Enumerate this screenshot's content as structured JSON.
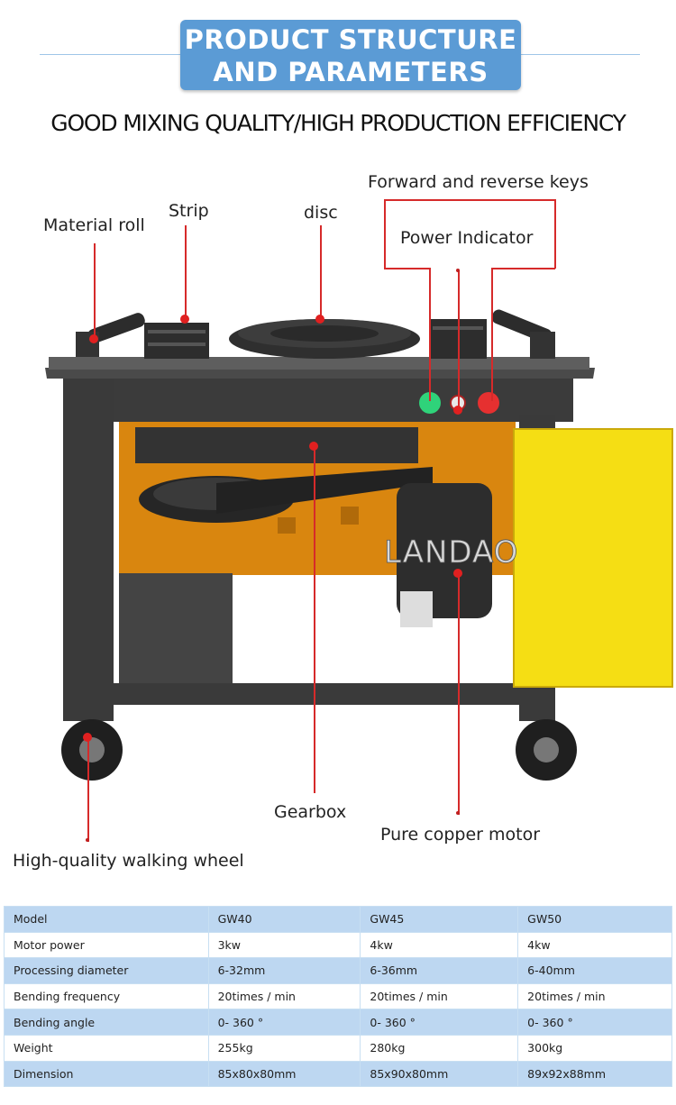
{
  "banner": {
    "line1": "PRODUCT STRUCTURE",
    "line2": "AND PARAMETERS"
  },
  "headline": "GOOD MIXING QUALITY/HIGH PRODUCTION EFFICIENCY",
  "watermark": "LANDAO",
  "callouts": {
    "material_roll": "Material roll",
    "strip": "Strip",
    "disc": "disc",
    "forward_reverse": "Forward and reverse keys",
    "power_indicator": "Power Indicator",
    "gearbox": "Gearbox",
    "motor": "Pure copper motor",
    "wheel": "High-quality walking wheel"
  },
  "spec_table": {
    "rows": [
      [
        "Model",
        "GW40",
        "GW45",
        "GW50"
      ],
      [
        "Motor power",
        "3kw",
        "4kw",
        "4kw"
      ],
      [
        "Processing diameter",
        "6-32mm",
        "6-36mm",
        "6-40mm"
      ],
      [
        "Bending frequency",
        "20times / min",
        "20times / min",
        "20times / min"
      ],
      [
        "Bending angle",
        "0- 360 °",
        "0- 360 °",
        "0- 360 °"
      ],
      [
        "Weight",
        "255kg",
        "280kg",
        "300kg"
      ],
      [
        "Dimension",
        "85x80x80mm",
        "85x90x80mm",
        "89x92x88mm"
      ]
    ]
  },
  "colors": {
    "banner": "#5b9bd5",
    "table_stripe": "#bdd7f1",
    "leader": "#d62a2a",
    "frame": "#3a3a3a",
    "cabinet": "#d9860f",
    "door": "#f5de14"
  }
}
